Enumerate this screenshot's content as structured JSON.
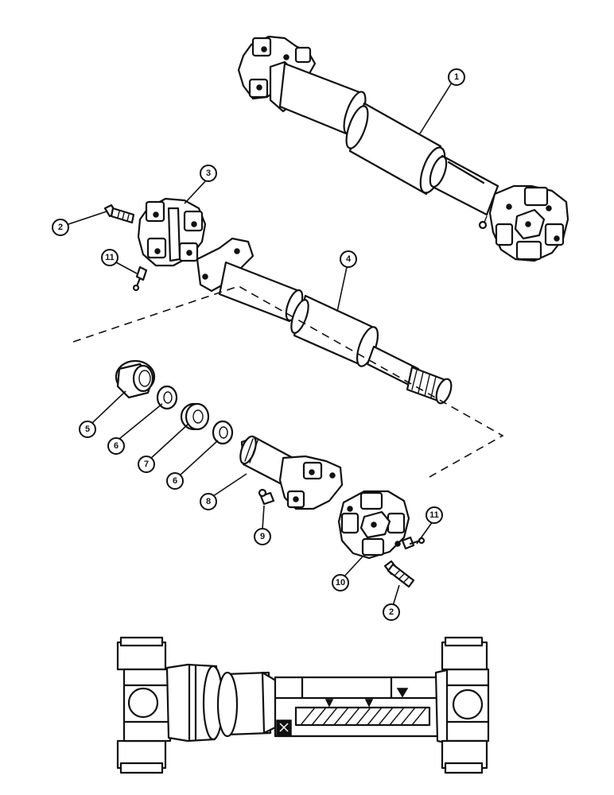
{
  "callouts": [
    {
      "id": "c1",
      "label": "1"
    },
    {
      "id": "c2a",
      "label": "2"
    },
    {
      "id": "c3",
      "label": "3"
    },
    {
      "id": "c11a",
      "label": "11"
    },
    {
      "id": "c4",
      "label": "4"
    },
    {
      "id": "c5",
      "label": "5"
    },
    {
      "id": "c6a",
      "label": "6"
    },
    {
      "id": "c7",
      "label": "7"
    },
    {
      "id": "c6b",
      "label": "6"
    },
    {
      "id": "c8",
      "label": "8"
    },
    {
      "id": "c9",
      "label": "9"
    },
    {
      "id": "c11b",
      "label": "11"
    },
    {
      "id": "c10",
      "label": "10"
    },
    {
      "id": "c2b",
      "label": "2"
    }
  ]
}
